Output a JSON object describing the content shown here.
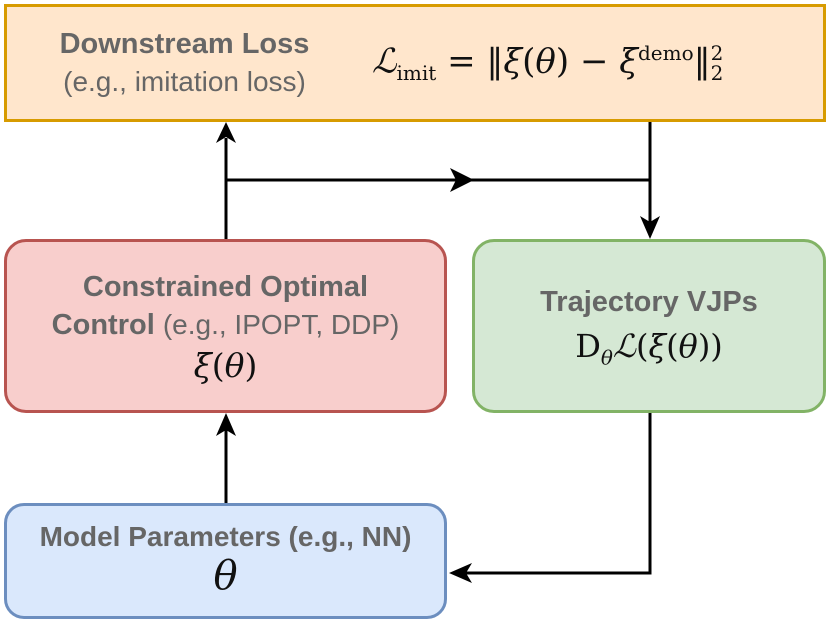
{
  "diagram": {
    "downstream_loss": {
      "title": "Downstream Loss",
      "subtitle": "(e.g., imitation loss)",
      "formula": "ℒimit = ‖ξ(θ) − ξdemo‖22"
    },
    "optimal_control": {
      "title_line1": "Constrained Optimal",
      "title_line2": "Control",
      "subtitle": "(e.g., IPOPT, DDP)",
      "math": "ξ(θ)"
    },
    "trajectory_vjps": {
      "title": "Trajectory VJPs",
      "math": "Dθℒ(ξ(θ))"
    },
    "model_parameters": {
      "title": "Model Parameters (e.g., NN)",
      "math": "θ"
    },
    "edges": [
      "Constrained Optimal Control → Downstream Loss",
      "Constrained Optimal Control → Trajectory VJPs",
      "Downstream Loss → Trajectory VJPs",
      "Model Parameters → Constrained Optimal Control",
      "Trajectory VJPs → Model Parameters"
    ]
  }
}
